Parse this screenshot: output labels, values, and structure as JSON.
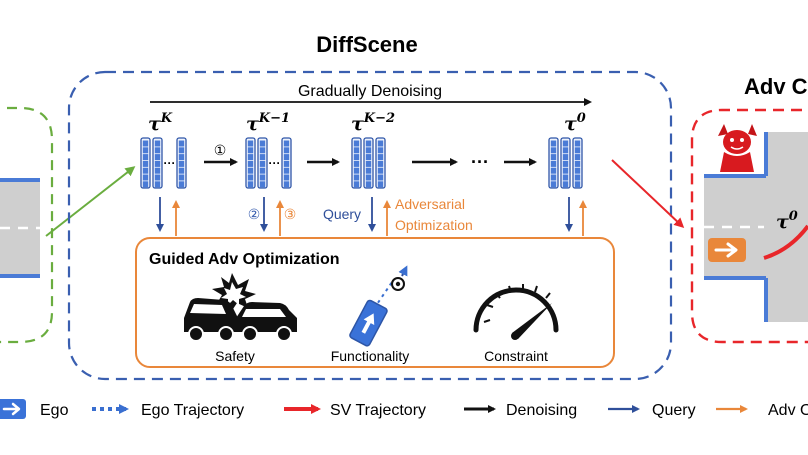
{
  "title": "DiffScene",
  "right_panel_title": "Adv C",
  "denoising": {
    "label": "Gradually Denoising",
    "steps": [
      "τ",
      "τ",
      "τ",
      "τ"
    ],
    "step_sups": [
      "K",
      "K−1",
      "K−2",
      "0"
    ],
    "step_one": "①",
    "step_two": "②",
    "step_three": "③",
    "ellipsis": "···"
  },
  "query_label": "Query",
  "adv_opt_label_1": "Adversarial",
  "adv_opt_label_2": "Optimization",
  "guided": {
    "title": "Guided Adv Optimization",
    "items": [
      "Safety",
      "Functionality",
      "Constraint"
    ]
  },
  "right_tau": "τ",
  "right_tau_sup": "0",
  "legend": {
    "ego": "Ego",
    "ego_traj": "Ego Trajectory",
    "sv_traj": "SV Trajectory",
    "denoising": "Denoising",
    "query": "Query",
    "adv": "Adv O"
  },
  "colors": {
    "green": "#6aad3f",
    "blue": "#3a5fb0",
    "orange": "#e9873a",
    "red": "#e8262a",
    "block_blue": "#4a7bd6"
  }
}
